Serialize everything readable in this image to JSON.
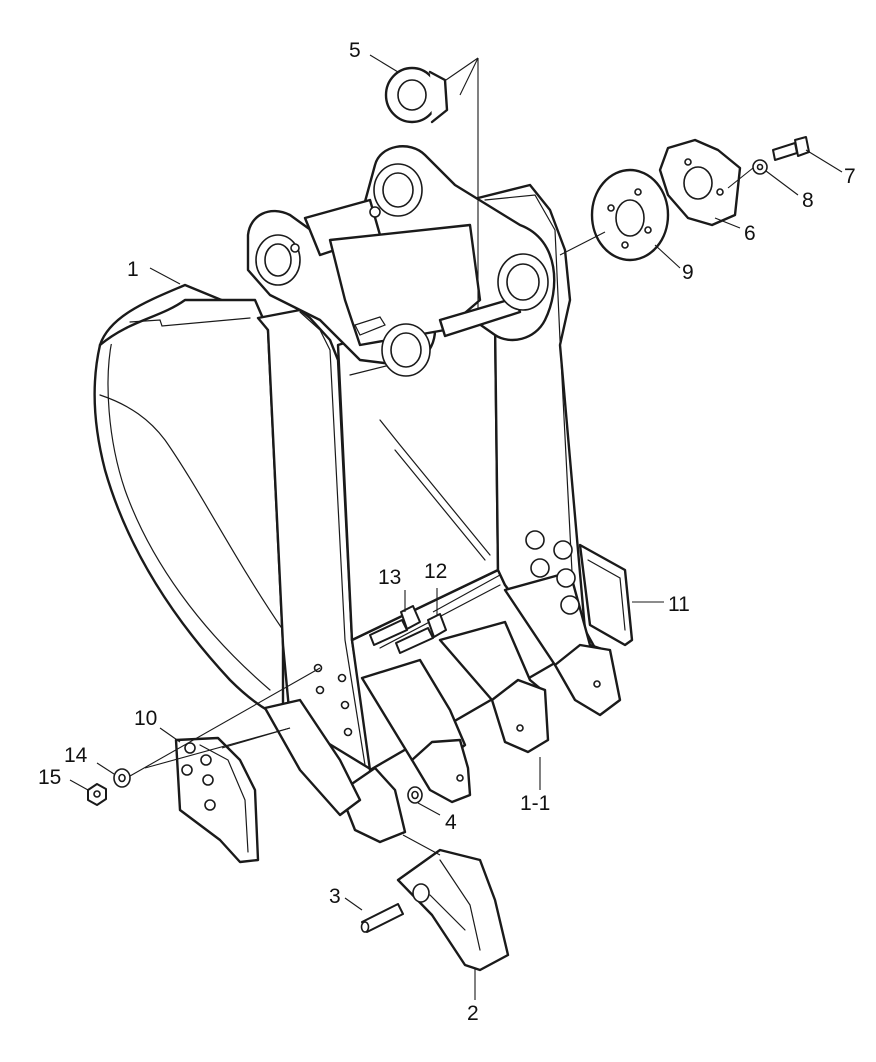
{
  "callouts": [
    {
      "id": "c1",
      "text": "1"
    },
    {
      "id": "c1-1",
      "text": "1-1"
    },
    {
      "id": "c2",
      "text": "2"
    },
    {
      "id": "c3",
      "text": "3"
    },
    {
      "id": "c4",
      "text": "4"
    },
    {
      "id": "c5",
      "text": "5"
    },
    {
      "id": "c6",
      "text": "6"
    },
    {
      "id": "c7",
      "text": "7"
    },
    {
      "id": "c8",
      "text": "8"
    },
    {
      "id": "c9",
      "text": "9"
    },
    {
      "id": "c10",
      "text": "10"
    },
    {
      "id": "c11",
      "text": "11"
    },
    {
      "id": "c12",
      "text": "12"
    },
    {
      "id": "c13",
      "text": "13"
    },
    {
      "id": "c14",
      "text": "14"
    },
    {
      "id": "c15",
      "text": "15"
    }
  ]
}
